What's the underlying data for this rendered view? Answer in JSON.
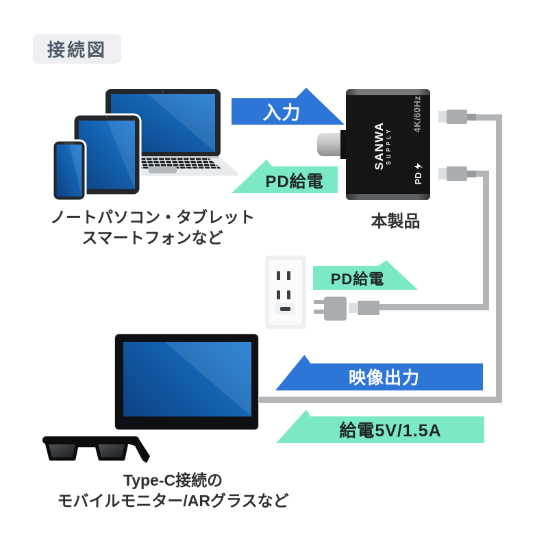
{
  "title_badge": "接続図",
  "colors": {
    "accent_blue": "#2e75d8",
    "accent_teal": "#7ce9c6",
    "cable_gray": "#b2b5b8",
    "screen_blue_dark": "#0d4182",
    "screen_blue_light": "#1e7ad4",
    "badge_bg": "#edeff2"
  },
  "source_devices": {
    "label_line1": "ノートパソコン・タブレット",
    "label_line2": "スマートフォンなど",
    "icons": [
      "laptop-icon",
      "tablet-icon",
      "smartphone-icon"
    ]
  },
  "flows": {
    "input": {
      "label": "入力",
      "direction": "right",
      "style": "blue"
    },
    "pd_upper": {
      "label": "PD給電",
      "direction": "left",
      "style": "teal"
    },
    "pd_outlet": {
      "label": "PD給電",
      "direction": "right",
      "style": "teal"
    },
    "video_out": {
      "label": "映像出力",
      "direction": "left",
      "style": "blue"
    },
    "power_out": {
      "label": "給電5V/1.5A",
      "direction": "left",
      "style": "teal"
    }
  },
  "adapter": {
    "product_label": "本製品",
    "brand_line1": "SANWA",
    "brand_line2": "SUPPLY",
    "video_port_label": "4K/60Hz",
    "power_port_label": "PD",
    "power_port_icon": "lightning-icon",
    "plug_icon": "usb-c-plug-icon"
  },
  "power_source": {
    "icons": [
      "wall-outlet-icon",
      "pd-charger-icon"
    ]
  },
  "output_devices": {
    "label_line1": "Type-C接続の",
    "label_line2": "モバイルモニター/ARグラスなど",
    "icons": [
      "mobile-monitor-icon",
      "ar-glasses-icon"
    ]
  }
}
